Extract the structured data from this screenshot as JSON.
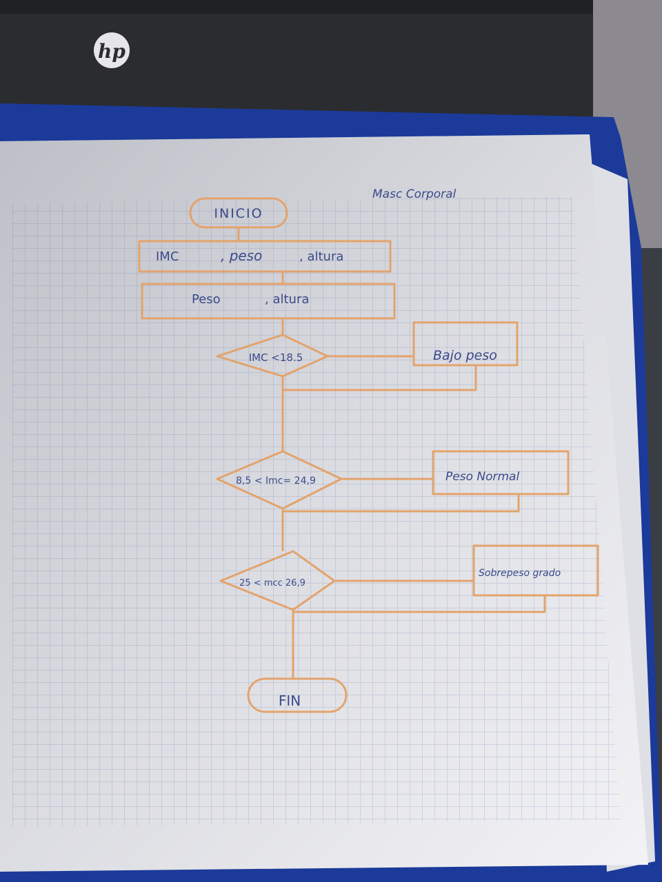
{
  "laptop": {
    "brand_logo": "hp"
  },
  "notebook": {
    "title": "Masc Corporal",
    "flowchart": {
      "start_label": "INICIO",
      "output_fields": {
        "imc": "IMC",
        "peso": ", peso",
        "altura": ", altura"
      },
      "input_fields": {
        "peso": "Peso",
        "altura": ", altura"
      },
      "decision_1": "IMC <18.5",
      "result_1": "Bajo peso",
      "decision_2": "8,5 < Imc= 24,9",
      "result_2": "Peso Normal",
      "decision_3": "25 < mcc 26,9",
      "result_3": "Sobrepeso grado",
      "end_label": "FIN"
    }
  },
  "colors": {
    "laptop_body": "#2b2c30",
    "folder_blue": "#1b3a9a",
    "paper": "#f3f3f6",
    "grid_line": "#b9c3dc",
    "pencil_orange": "#e3a36c",
    "ink_blue": "#3a4a8a"
  }
}
